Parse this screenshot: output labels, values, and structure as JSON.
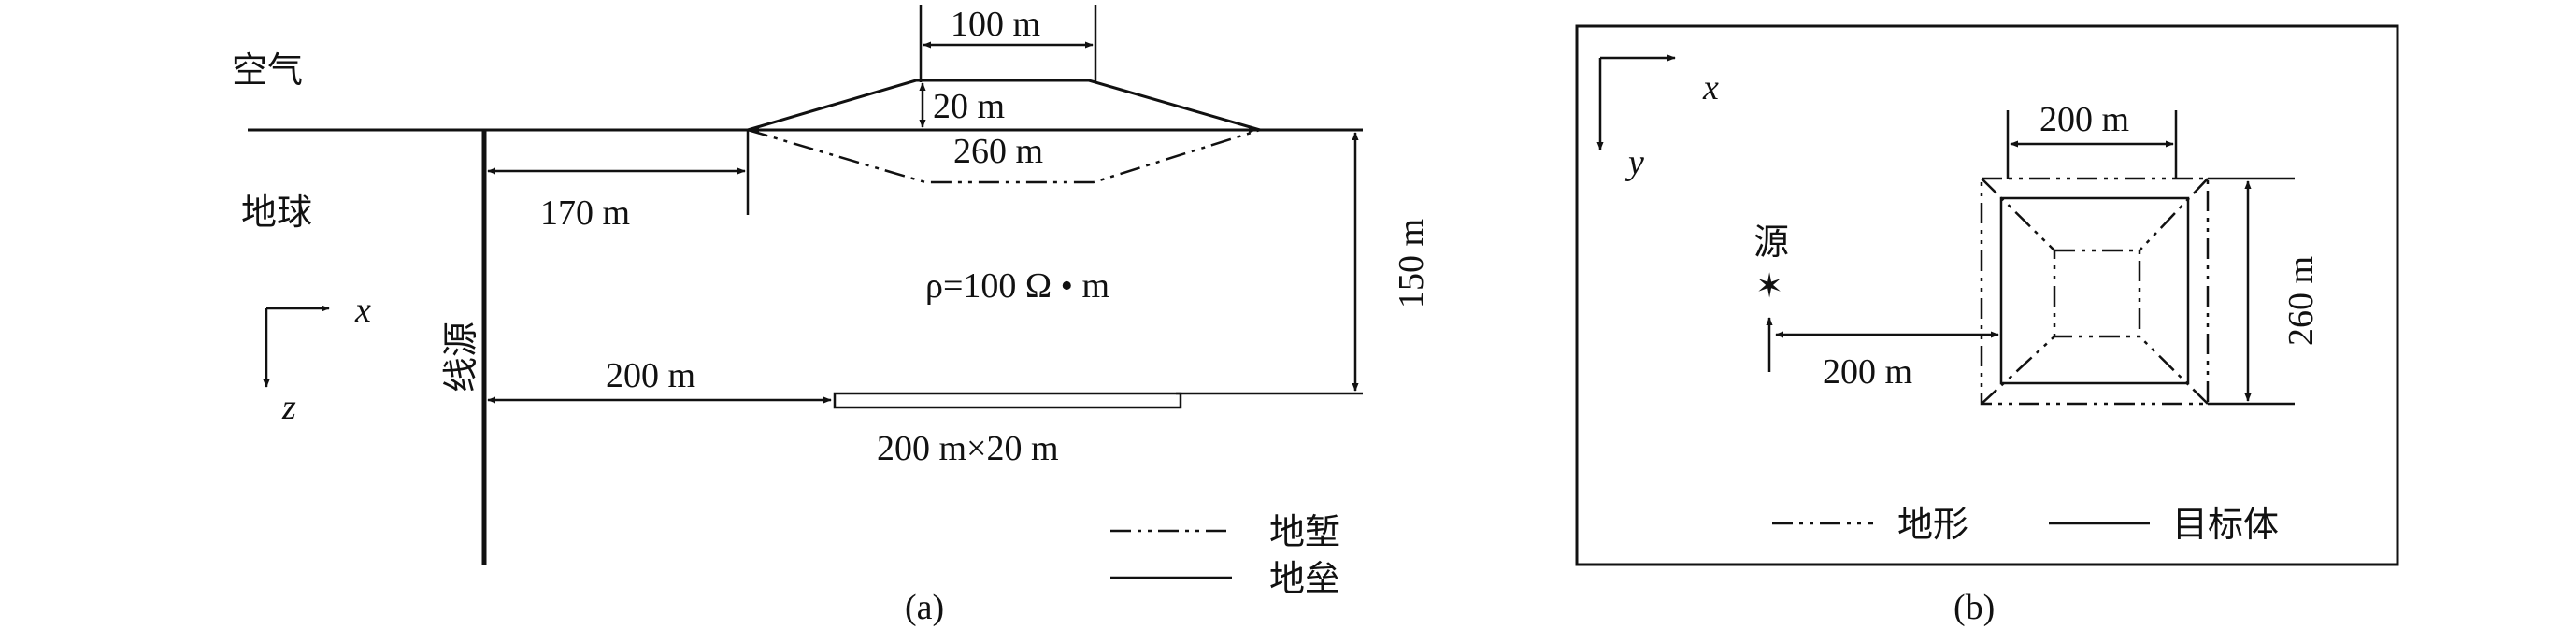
{
  "panel_a": {
    "air_label": "空气",
    "earth_label": "地球",
    "line_source_label": "线源",
    "dim_top_width": "100 m",
    "dim_hill_height": "20 m",
    "dim_base_width": "260 m",
    "dim_source_offset": "170 m",
    "dim_depth": "150 m",
    "resistivity": "ρ=100 Ω • m",
    "dim_body_offset": "200 m",
    "body_size": "200 m×20 m",
    "axis_x": "x",
    "axis_z": "z",
    "legend": [
      {
        "style": "dash-dot",
        "label": "地堑"
      },
      {
        "style": "solid",
        "label": "地垒"
      }
    ],
    "caption": "(a)"
  },
  "panel_b": {
    "axis_x": "x",
    "axis_y": "y",
    "source_label": "源",
    "dim_inner_width": "200 m",
    "dim_height": "260 m",
    "dim_offset": "200 m",
    "legend": [
      {
        "style": "dash-dot",
        "label": "地形"
      },
      {
        "style": "solid",
        "label": "目标体"
      }
    ],
    "caption": "(b)"
  }
}
